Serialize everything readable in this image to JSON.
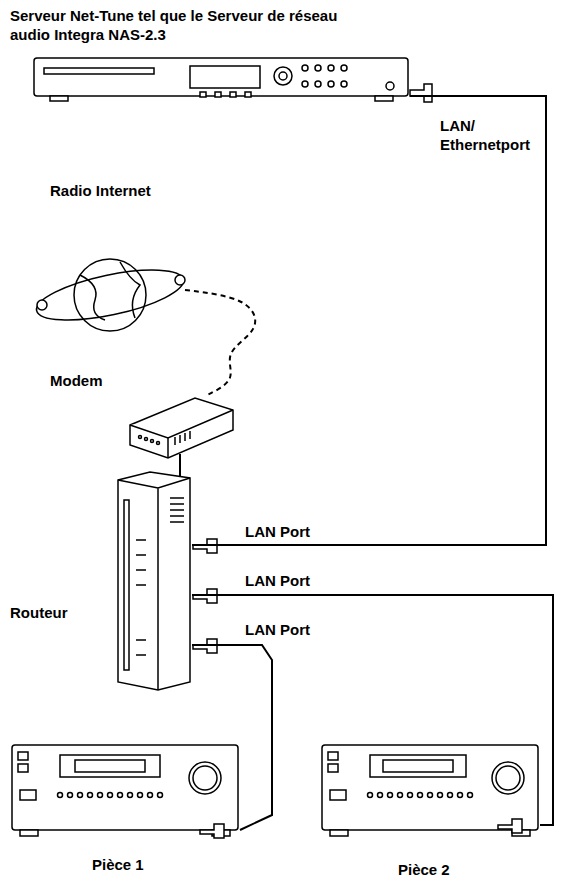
{
  "diagram": {
    "nodes": [
      {
        "text": [
          "Serveur Net-Tune tel que le Serveur de réseau audio Integra NAS-2.3"
        ]
      },
      {
        "text": [
          "Radio Internet"
        ]
      },
      {
        "text": [
          "Modem"
        ]
      },
      {
        "text": [
          "Routeur"
        ]
      },
      {
        "text": [
          "Pièce 1"
        ]
      },
      {
        "text": [
          "Pièce 2"
        ]
      }
    ],
    "edges": [
      {
        "from": 0,
        "to": 3,
        "arrow": "none"
      },
      {
        "from": 1,
        "to": 2,
        "arrow": "none"
      },
      {
        "from": 2,
        "to": 3,
        "arrow": "none"
      },
      {
        "from": 3,
        "to": 4,
        "arrow": "none"
      },
      {
        "from": 3,
        "to": 5,
        "arrow": "none"
      }
    ],
    "labels": [
      "LAN/ Ethernetport",
      "LAN Port",
      "LAN Port",
      "LAN Port"
    ]
  }
}
